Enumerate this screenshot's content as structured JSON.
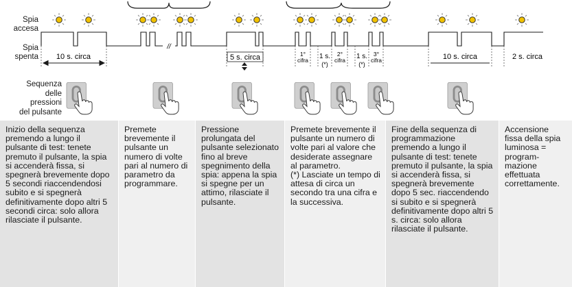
{
  "labels": {
    "lamp_on": "Spia\naccesa",
    "lamp_off": "Spia\nspenta",
    "sequence": "Sequenza\ndelle\npressioni\ndel pulsante"
  },
  "timing": {
    "t1": "10 s. circa",
    "t2": "5 s. circa",
    "digit1": "1°\ncifra",
    "pause1": "1 s.",
    "pause_mark1": "(*)",
    "digit2": "2°\ncifra",
    "pause2": "1 s.",
    "pause_mark2": "(*)",
    "digit3": "3°\ncifra",
    "t3": "10 s. circa",
    "t4": "2 s. circa",
    "break_mark": "//"
  },
  "panels": [
    "Inizio della sequenza premendo a lungo il pulsante di test: tenete premuto il pulsante, la spia si accenderà fissa, si spegnerà brevemente dopo 5 secondi riaccendendosi subito e si spegnerà definitivamente dopo altri 5 secondi circa: solo allora rilasciate il pulsante.",
    "Premete brevemente il pulsante un numero di volte pari al numero di parametro da programmare.",
    "Pressione prolungata del pulsante selezionato fino al breve spegnimento della spia: appena la spia si spegne per un attimo, rilasciate il pulsante.",
    "Premete brevemente il pulsante un numero di volte pari al valore che desiderate assegnare al parametro.\n(*) Lasciate un tempo di attesa di circa un secondo tra una cifra e la successiva.",
    "Fine della sequenza di programmazione premendo a lungo il pulsante di test: tenete premuto il pulsante, la spia si accenderà fissa, si spegnerà brevemente dopo 5 sec. riaccendendo si subito e si spegnerà definitivamente dopo altri 5 s. circa: solo allora rilasciate il pulsante.",
    "Accensione fissa della spia luminosa = program-mazione effettuata correttamente."
  ],
  "colors": {
    "panel_dark": "#e3e3e3",
    "panel_light": "#f0f0f0",
    "lamp_fill": "#f2c200",
    "line": "#1a1a1a"
  },
  "icons": {
    "lamp": "lamp-on-icon",
    "hand": "finger-press-icon"
  }
}
